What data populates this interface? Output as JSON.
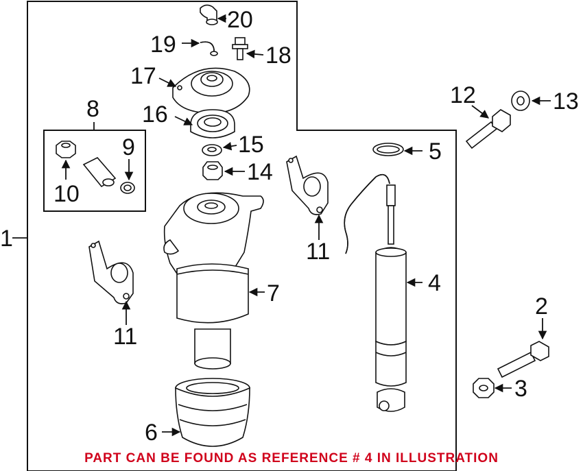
{
  "diagram": {
    "callouts": {
      "c1": "1",
      "c2": "2",
      "c3": "3",
      "c4": "4",
      "c5": "5",
      "c6": "6",
      "c7": "7",
      "c8": "8",
      "c9": "9",
      "c10": "10",
      "c11a": "11",
      "c11b": "11",
      "c12": "12",
      "c13": "13",
      "c14": "14",
      "c15": "15",
      "c16": "16",
      "c17": "17",
      "c18": "18",
      "c19": "19",
      "c20": "20"
    },
    "note": "PART CAN BE FOUND AS REFERENCE # 4 IN ILLUSTRATION",
    "colors": {
      "note": "#d0021b",
      "ink": "#111111"
    }
  }
}
